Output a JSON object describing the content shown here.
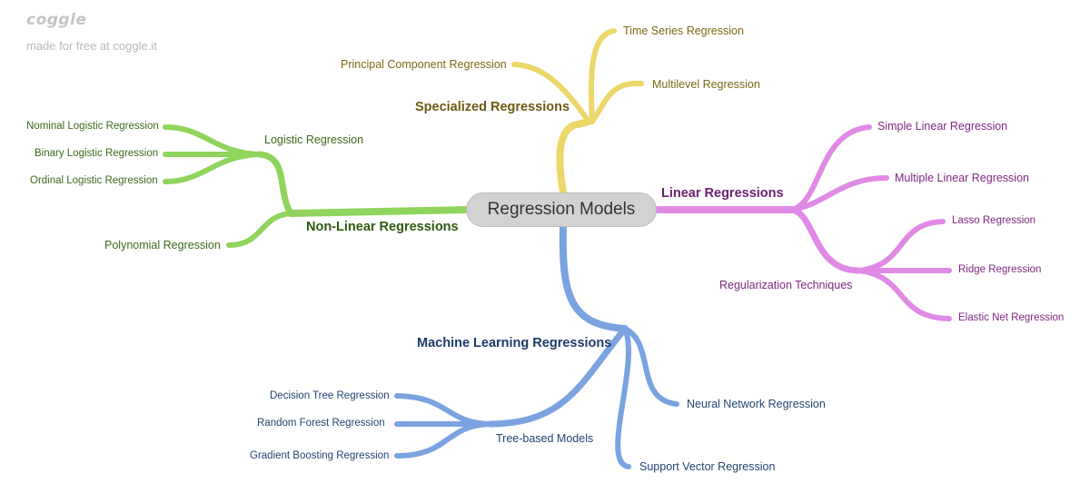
{
  "brand": {
    "logo": "coggle",
    "tagline": "made for free at coggle.it"
  },
  "root": {
    "label": "Regression Models"
  },
  "colors": {
    "specialized": "#ecd86a",
    "linear": "#e08ae6",
    "nonlinear": "#8fd45c",
    "ml": "#7aa3e0",
    "root_fill": "#d2d2d2"
  },
  "branches": {
    "specialized": {
      "label": "Specialized Regressions",
      "children": [
        "Time Series Regression",
        "Principal Component Regression",
        "Multilevel Regression"
      ]
    },
    "linear": {
      "label": "Linear Regressions",
      "children": [
        "Simple Linear Regression",
        "Multiple Linear Regression"
      ],
      "regularization": {
        "label": "Regularization Techniques",
        "children": [
          "Lasso Regression",
          "Ridge Regression",
          "Elastic Net Regression"
        ]
      }
    },
    "nonlinear": {
      "label": "Non-Linear Regressions",
      "logistic": {
        "label": "Logistic Regression",
        "children": [
          "Nominal Logistic Regression",
          "Binary Logistic Regression",
          "Ordinal Logistic Regression"
        ]
      },
      "polynomial": "Polynomial Regression"
    },
    "ml": {
      "label": "Machine Learning Regressions",
      "tree": {
        "label": "Tree-based Models",
        "children": [
          "Decision Tree Regression",
          "Random Forest Regression",
          "Gradient Boosting Regression"
        ]
      },
      "neural": "Neural Network Regression",
      "svr": "Support Vector Regression"
    }
  }
}
